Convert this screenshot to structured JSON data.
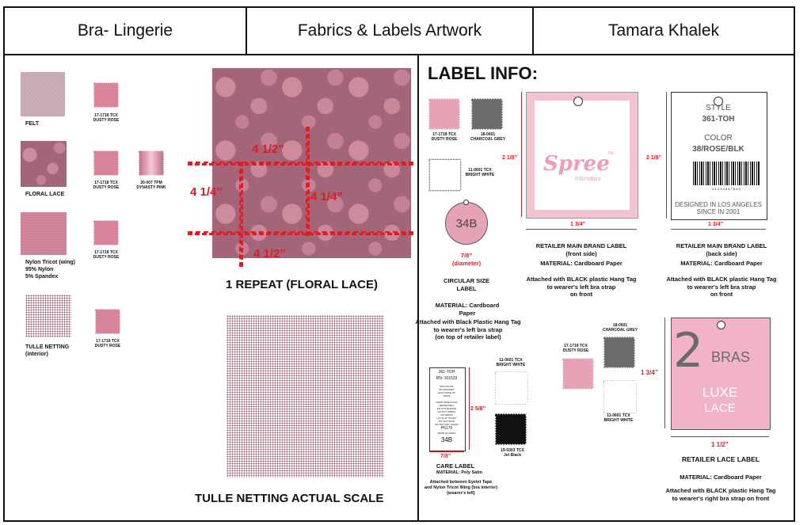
{
  "header": {
    "category": "Bra- Lingerie",
    "section": "Fabrics & Labels Artwork",
    "designer": "Tamara Khalek"
  },
  "fabrics": {
    "felt": {
      "label": "FELT",
      "swatch_code": "17-1718 TCX\nDUSTY ROSE"
    },
    "floral_lace": {
      "label": "FLORAL LACE",
      "swatch_code": "17-1718 TCX\nDUSTY ROSE",
      "accent_code": "20-007 TPM\nDYNASTY PINK"
    },
    "tricot": {
      "label": "Nylon Tricot (wing)\n95% Nylon\n5% Spandex",
      "swatch_code": "17-1718 TCX\nDUSTY ROSE"
    },
    "tulle": {
      "label": "TULLE NETTING\n(interior)",
      "swatch_code": "17-1718 TCX\nDUSTY ROSE"
    }
  },
  "repeat": {
    "caption": "1 REPEAT (FLORAL LACE)",
    "dim_top": "4 1/2”",
    "dim_bottom": "4 1/2”",
    "dim_left": "4 1/4”",
    "dim_right": "4 1/4”"
  },
  "tulle_scale": {
    "caption": "TULLE NETTING ACTUAL SCALE"
  },
  "label_info": {
    "title": "LABEL INFO:",
    "colors": {
      "dusty_rose": "17-1718 TCX\nDUSTY ROSE",
      "charcoal": "18-0601\nCHARCOAL GREY",
      "white": "11-0601 TCX\nBRIGHT WHITE",
      "dusty_rose_hex": "#e6a3b6",
      "charcoal_hex": "#6b6b6b"
    },
    "circular": {
      "size": "34B",
      "dimension": "7/8”\n(diameter)",
      "title": "CIRCULAR SIZE\nLABEL",
      "material": "MATERIAL: Cardboard Paper",
      "attach": "Attached with Black Plastic Hang Tag\nto wearer's left bra strap\n(on top of retailer label)"
    },
    "brand_front": {
      "brand": "Spree",
      "tm": "TM",
      "sub": "Intimates",
      "height": "2 1/8”",
      "width": "1 3/4”",
      "title": "RETAILER MAIN BRAND LABEL\n(front side)",
      "material": "MATERIAL: Cardboard Paper",
      "attach": "Attached with BLACK plastic Hang Tag\nto wearer's left bra strap\non front"
    },
    "brand_back": {
      "style_label": "STYLE",
      "style": "361-TOH",
      "color_label": "COLOR",
      "color": "38/ROSE/BLK",
      "barcode_num": "0 1 2 3 4 5 6 7 8 9 0",
      "designed": "DESIGNED IN LOS ANGELES\nSINCE IN 2001",
      "height": "2 1/8”",
      "width": "1 3/4”",
      "title": "RETAILER MAIN BRAND LABEL\n(back side)",
      "material": "MATERIAL: Cardboard Paper",
      "attach": "Attached with BLACK plastic Hang Tag\nto wearer's left bra strap\non front"
    },
    "care": {
      "style": "361-TOH",
      "rn": "RN: 101533",
      "content": "93% NYLON\n5% SPANDEX\nEXCLUSIVE OF\nTRIMS",
      "instructions": "HAND WASH COLD\nSEPARATELY\nDO NOT BLEACH\nDO NOT WRING\nOR WRING\nLAY FLAT TO DRY\nDO NOT IRON\nDO NOT DRY CLEAN",
      "code": "P5170",
      "origin": "MADE IN CHINA",
      "size": "34B",
      "height": "2 5/8”",
      "width": "7/8”",
      "white_code": "11-0601 TCX\nBRIGHT WHITE",
      "black_code": "19-0303 TCX\nJet Black",
      "title": "CARE LABEL",
      "material": "MATERIAL: Poly Satin",
      "attach": "Attached between Eyelet Tape\nand Nylon Tricot Wing (bra interior)\n(wearer's left)"
    },
    "lace_label": {
      "num": "2",
      "bras": "BRAS",
      "luxe": "LUXE",
      "lace": "LACE",
      "charcoal_code": "18-0601\nCHARCOAL GREY",
      "rose_code": "17-1718 TCX\nDUSTY ROSE",
      "white_code": "11-0601 TCX\nBRIGHT WHITE",
      "height": "1 3/4”",
      "width": "1 1/2”",
      "title": "RETAILER LACE LABEL",
      "material": "MATERIAL: Cardboard Paper",
      "attach": "Attached with BLACK plastic Hang Tag\nto wearer's right bra strap on front"
    }
  }
}
